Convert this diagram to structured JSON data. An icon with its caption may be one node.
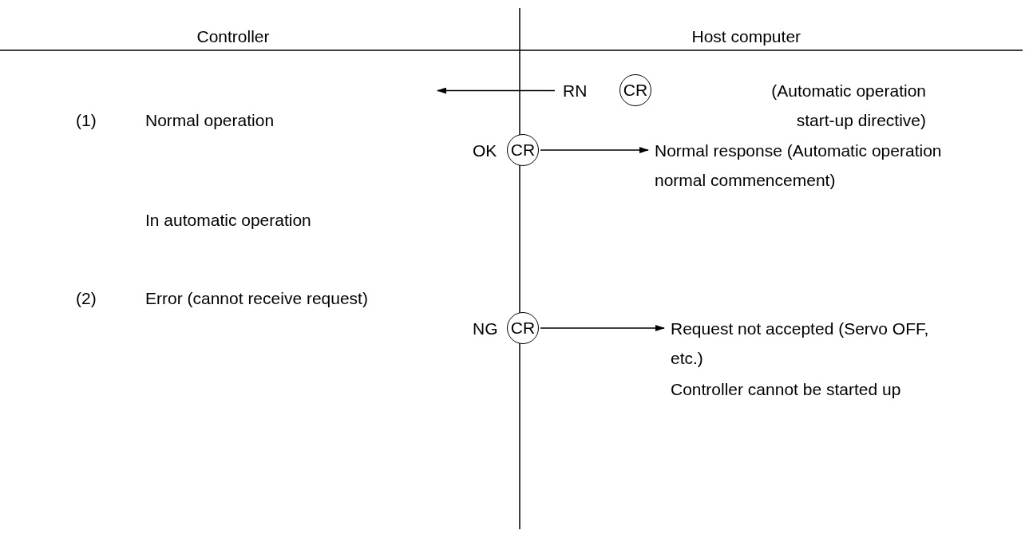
{
  "diagram": {
    "nodes": [
      {
        "text": [
          "RN"
        ]
      },
      {
        "text": [
          "CR"
        ]
      },
      {
        "text": [
          "OK"
        ]
      },
      {
        "text": [
          "CR"
        ]
      },
      {
        "text": [
          "Normal response (Automatic operation normal commencement)"
        ]
      },
      {
        "text": [
          "NG"
        ]
      },
      {
        "text": [
          "CR"
        ]
      },
      {
        "text": [
          "Request not accepted (Servo OFF, etc.)"
        ]
      }
    ],
    "edges": [
      {
        "from": 0,
        "to": null,
        "arrow": "to"
      },
      {
        "from": 3,
        "to": 4,
        "arrow": "to"
      },
      {
        "from": 6,
        "to": 7,
        "arrow": "to"
      }
    ],
    "labels": [
      "Controller",
      "Host computer",
      "(Automatic operation start-up directive)",
      "(1)",
      "Normal operation",
      "In automatic operation",
      "(2)",
      "Error (cannot receive request)",
      "Controller cannot be started up"
    ]
  }
}
